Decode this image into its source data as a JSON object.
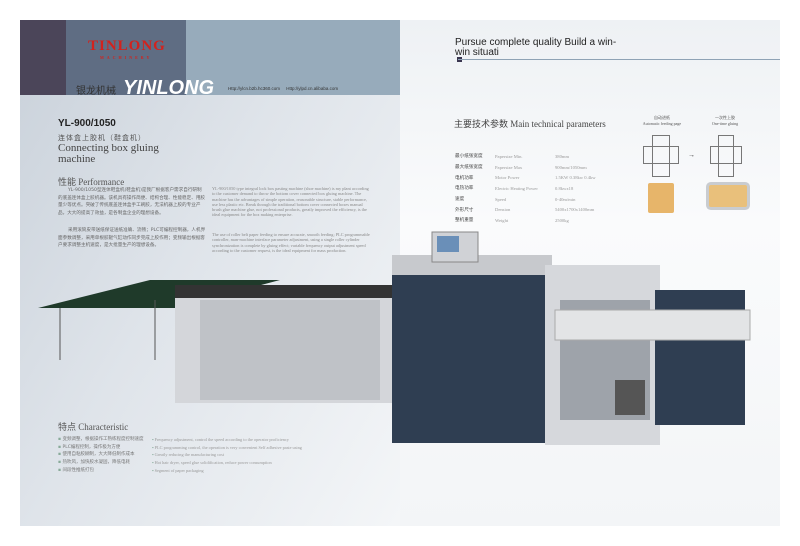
{
  "brand": {
    "logo": "TINLONG",
    "logo_sub": "MACHINERY",
    "cn": "银龙机械",
    "name": "YINLONG",
    "url1": "Http://ylcn.b2b.hc360.com",
    "url2": "Http://ylpd.cn.alibaba.com"
  },
  "product": {
    "model": "YL-900/1050",
    "cn_name": "连体盒上胶机（鞋盒机）",
    "en_name": "Connecting box gluing machine"
  },
  "performance": {
    "heading": "性能 Performance",
    "cn1": "YL-900/1050型连体鞋盒机(鞋盒机)是我厂根据客户需求自行研制的底盖连体盒上胶机器。该机具有操作简便、结构合理、性能稳定、用胶量少等优点。突破了传统底盖连体盒手工刷胶，无法机器上胶的专业产品，大大的提高了效益，是各制盒企业的理想设备。",
    "cn2": "采用滚筒皮带送纸保证送纸准确、流畅；PLC可编程控制器，人机界面参数调整，采用单根胶辊气缸动作同步完成上胶作用；变频输出根据客户要求调整主机速度，是大批量生产的理想设备。",
    "en1": "YL-900/1050 type integral lock box pasting machine (shoe machine) is my plant according to the customer demand to throw the bottom cover connected box gluing machine. The machine has the advantages of simple operation, reasonable structure, stable performance, use less plastic etc. Break through the traditional bottom cover connected boxes manual brush glue machine glue, not professional products, greatly improved the efficiency, is the ideal equipment for the box making enterprise.",
    "en2": "The use of roller belt paper feeding to ensure accurate, smooth feeding; PLC programmable controller, man-machine interface parameter adjustment, using a single roller cylinder synchronization is complete by gluing effect; variable frequency output adjustment speed according to the customer request, is the ideal equipment for mass production."
  },
  "characteristic": {
    "heading": "特点 Characteristic",
    "cn": [
      "变频调整，根据操作工熟练程度控制速度",
      "PLC编程控制，操作极为方便",
      "使用自粘胶糊制，大大降低制作成本",
      "热吹风，加快胶水凝固，降低电耗",
      "间段性推纸打包"
    ],
    "en": [
      "Frequency adjustment, control the speed according to the operator proficiency",
      "PLC programming control, the operation is very convenient Self adhesive paste using",
      "Greatly reducing the manufacturing cost",
      "Hot hair dryer, speed glue solidification, reduce power consumption",
      "Segment of paper packaging"
    ]
  },
  "slogan": "Pursue complete quality Build a win-win situati",
  "parameters": {
    "heading": "主要技术参数 Main technical parameters",
    "rows": [
      {
        "cn": "最小纸张宽度",
        "en": "Papersize Min.",
        "val": "380mm"
      },
      {
        "cn": "最大纸张宽度",
        "en": "Papersize Max",
        "val": "900mm/1050mm"
      },
      {
        "cn": "电机功率",
        "en": "Motor Power",
        "val": "1.5KW 0.38kw 0.4kw"
      },
      {
        "cn": "电热功率",
        "en": "Electric Heating Power",
        "val": "0.8kwx18"
      },
      {
        "cn": "速度",
        "en": "Speed",
        "val": "0-40m/min"
      },
      {
        "cn": "外形尺寸",
        "en": "Dension",
        "val": "5400x1700x1400mm"
      },
      {
        "cn": "整机重量",
        "en": "Weight",
        "val": "2500kg"
      }
    ]
  },
  "diagram": {
    "a_cn": "自动进纸",
    "a_en": "Automatic feeding page",
    "b_cn": "一次性上胶",
    "b_en": "One-time gluing"
  }
}
